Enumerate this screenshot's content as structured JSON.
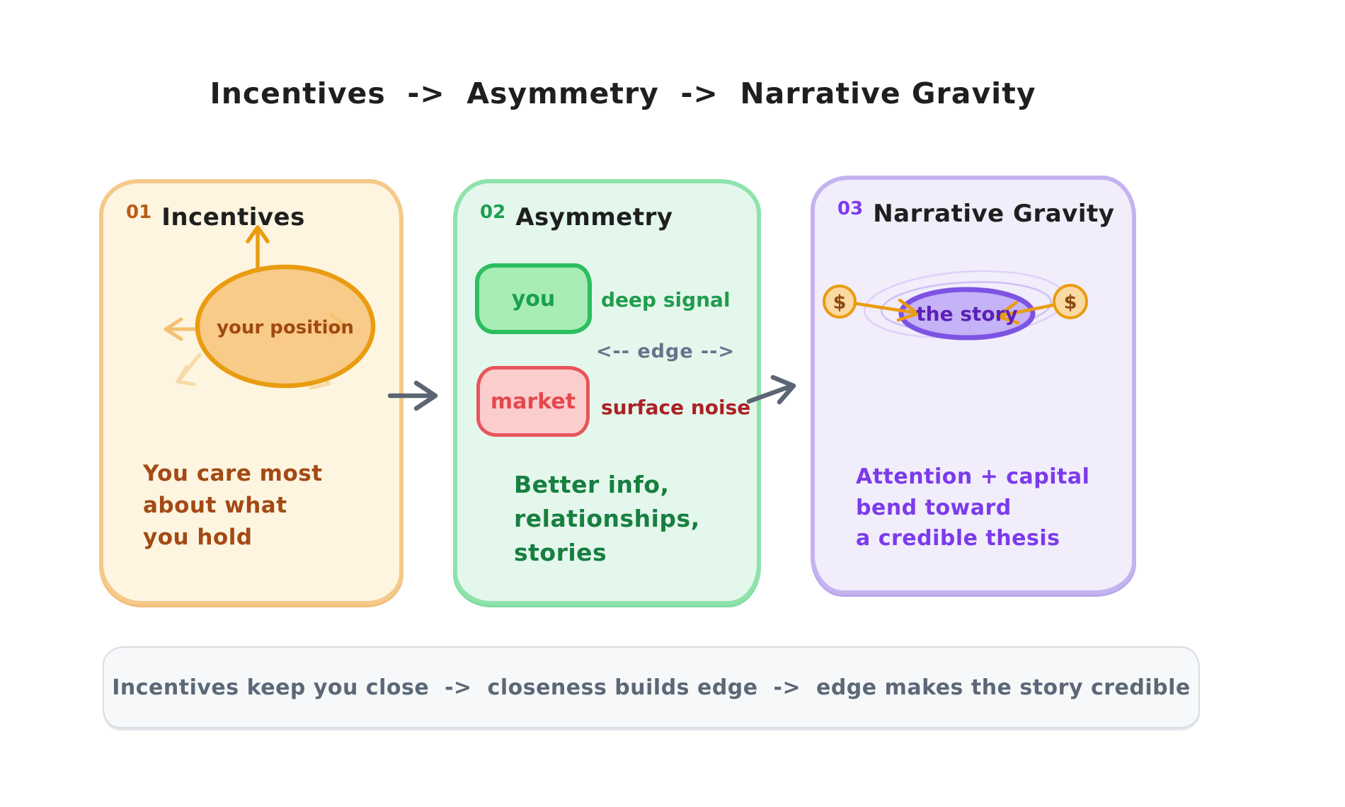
{
  "title": "Incentives  ->  Asymmetry  ->  Narrative Gravity",
  "cards": [
    {
      "number": "01",
      "heading": "Incentives",
      "bubble_label": "your position",
      "body_lines": [
        "You care most",
        "about what",
        "you hold"
      ]
    },
    {
      "number": "02",
      "heading": "Asymmetry",
      "you_label": "you",
      "you_caption": "deep signal",
      "edge_label": "<-- edge -->",
      "market_label": "market",
      "market_caption": "surface noise",
      "body_lines": [
        "Better info,",
        "relationships,",
        "stories"
      ]
    },
    {
      "number": "03",
      "heading": "Narrative Gravity",
      "story_label": "the story",
      "coin_symbol": "$",
      "body_lines": [
        "Attention + capital",
        "bend toward",
        "a credible thesis"
      ]
    }
  ],
  "footer": {
    "text": "Incentives keep you close  ->  closeness builds edge  ->  edge makes the story credible"
  },
  "palette": {
    "card1_bg": "#fdf5e0",
    "card1_border": "#f5c98a",
    "card1_number": "#b85c12",
    "card1_text": "#a34a15",
    "bubble_fill": "#f8cb88",
    "bubble_stroke": "#ea9c10",
    "bubble_text": "#a1490f",
    "card2_bg": "#e4f7ec",
    "card2_border": "#8ee3ab",
    "card2_number": "#1d9e52",
    "card2_text": "#177f40",
    "you_fill": "#a7edb5",
    "you_stroke": "#2cbd5f",
    "deep_signal_text": "#1f9d4d",
    "edge_text": "#64748b",
    "market_fill": "#fbcdcd",
    "market_stroke": "#e8555c",
    "surface_noise_text": "#ac2024",
    "card3_bg": "#f1edfb",
    "card3_border": "#c4b3ef",
    "card3_number": "#7c3aed",
    "card3_text": "#7c3aed",
    "story_fill": "#c5b2f7",
    "story_stroke": "#7d53e3",
    "story_text": "#5b21b6",
    "coin_fill": "#fbd9a2",
    "coin_stroke": "#ea9c10",
    "coin_symbol_color": "#8d4a12",
    "connector_arrow": "#5b6573",
    "footer_bg": "#f7f8fa",
    "footer_border": "#d9dde3",
    "footer_text": "#5c6877",
    "heading_text": "#1f1f1f"
  }
}
